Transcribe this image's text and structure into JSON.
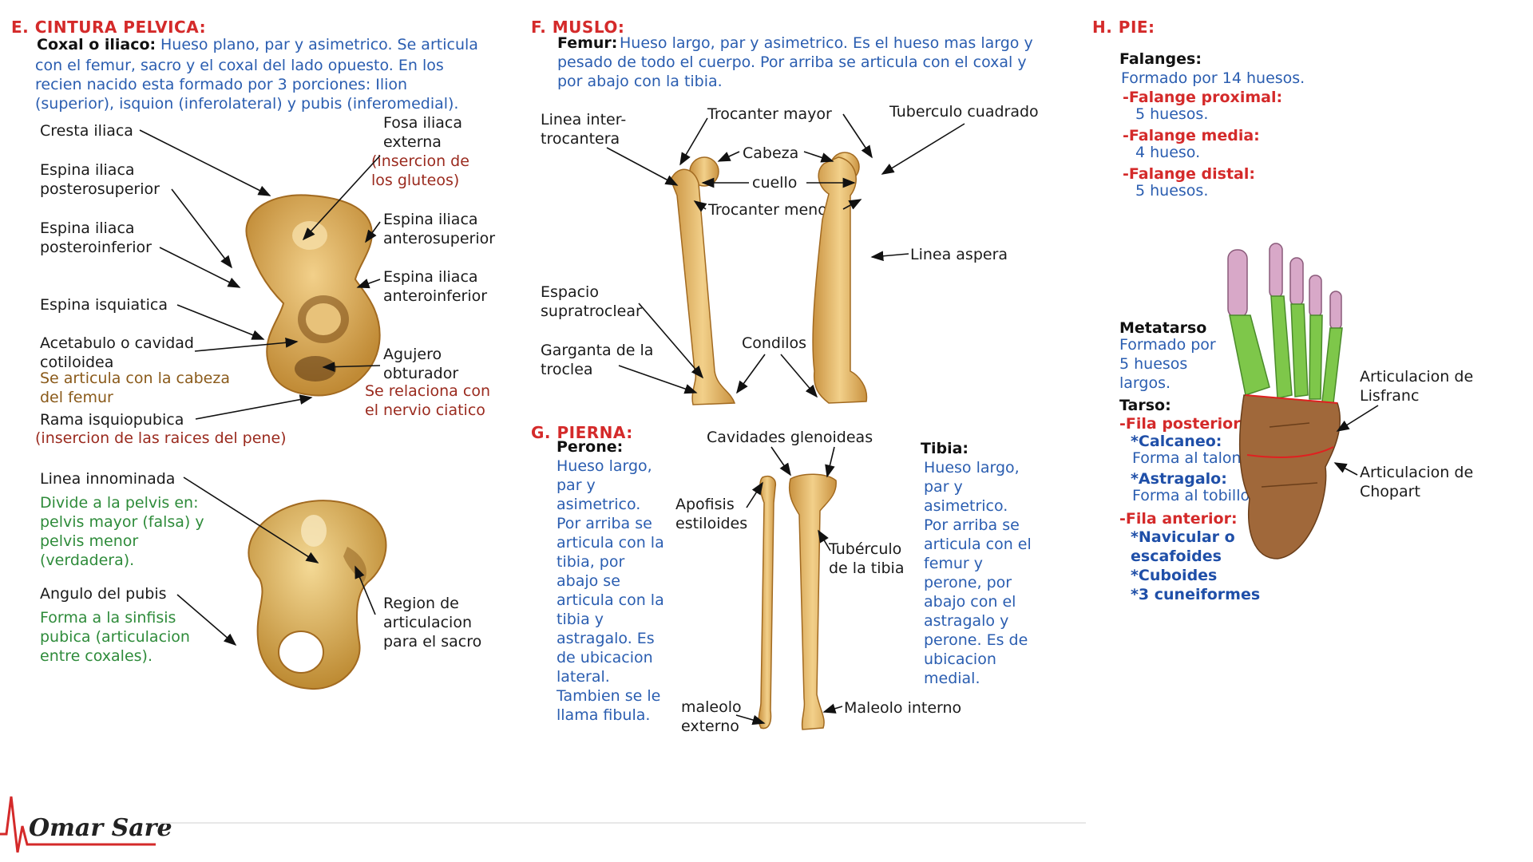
{
  "sections": {
    "e": {
      "title": "E. CINTURA PELVICA:",
      "coxal_label": "Coxal o iliaco:",
      "coxal_text_1": "Hueso plano, par y asimetrico. Se articula",
      "coxal_text_2": "con el femur, sacro y el coxal del lado opuesto. En los",
      "coxal_text_3": "recien nacido esta formado por 3 porciones: Ilion",
      "coxal_text_4": "(superior), isquion (inferolateral) y pubis (inferomedial).",
      "labels": {
        "cresta": "Cresta iliaca",
        "espina_ps_1": "Espina iliaca",
        "espina_ps_2": "posterosuperior",
        "espina_pi_1": "Espina iliaca",
        "espina_pi_2": "posteroinferior",
        "espina_isq": "Espina isquiatica",
        "acetabulo_1": "Acetabulo o cavidad",
        "acetabulo_2": "cotiloidea",
        "acetabulo_note_1": "Se articula con la cabeza",
        "acetabulo_note_2": "del femur",
        "rama": "Rama isquiopubica",
        "rama_note": "(insercion de las raices del pene)",
        "fosa_1": "Fosa iliaca",
        "fosa_2": "externa",
        "fosa_note_1": "(insercion de",
        "fosa_note_2": "los gluteos)",
        "espina_as_1": "Espina iliaca",
        "espina_as_2": "anterosuperior",
        "espina_ai_1": "Espina iliaca",
        "espina_ai_2": "anteroinferior",
        "agujero_1": "Agujero",
        "agujero_2": "obturador",
        "agujero_note_1": "Se relaciona con",
        "agujero_note_2": "el nervio ciatico",
        "linea_inn": "Linea innominada",
        "linea_inn_note_1": "Divide a la pelvis en:",
        "linea_inn_note_2": "pelvis mayor (falsa) y",
        "linea_inn_note_3": "pelvis menor",
        "linea_inn_note_4": "(verdadera).",
        "angulo": "Angulo del pubis",
        "angulo_note_1": "Forma a la sinfisis",
        "angulo_note_2": "pubica (articulacion",
        "angulo_note_3": "entre coxales).",
        "region_1": "Region de",
        "region_2": "articulacion",
        "region_3": "para el sacro"
      }
    },
    "f": {
      "title": "F. MUSLO:",
      "femur_label": "Femur:",
      "femur_text_1": "Hueso largo, par y asimetrico. Es el hueso mas largo y",
      "femur_text_2": "pesado de todo el cuerpo. Por arriba se articula con el coxal y",
      "femur_text_3": "por abajo con la tibia.",
      "labels": {
        "linea_inter_1": "Linea inter-",
        "linea_inter_2": "trocantera",
        "trocanter_mayor": "Trocanter mayor",
        "tuberculo_cuadrado": "Tuberculo cuadrado",
        "cabeza": "Cabeza",
        "cuello": "cuello",
        "trocanter_menor": "Trocanter menor",
        "linea_aspera": "Linea aspera",
        "espacio_1": "Espacio",
        "espacio_2": "supratroclear",
        "garganta_1": "Garganta de la",
        "garganta_2": "troclea",
        "condilos": "Condilos"
      }
    },
    "g": {
      "title": "G. PIERNA:",
      "perone_label": "Perone:",
      "perone_text": [
        "Hueso largo,",
        "par y",
        "asimetrico.",
        "Por arriba se",
        "articula con la",
        "tibia, por",
        "abajo se",
        "articula con la",
        "tibia y",
        "astragalo. Es",
        "de ubicacion",
        "lateral.",
        "Tambien se le",
        "llama fibula."
      ],
      "tibia_label": "Tibia:",
      "tibia_text": [
        "Hueso largo,",
        "par y",
        "asimetrico.",
        "Por arriba se",
        "articula con el",
        "femur y",
        "perone, por",
        "abajo con el",
        "astragalo y",
        "perone. Es de",
        "ubicacion",
        "medial."
      ],
      "labels": {
        "cavidades": "Cavidades glenoideas",
        "apofisis_1": "Apofisis",
        "apofisis_2": "estiloides",
        "tuberculo_1": "Tubérculo",
        "tuberculo_2": "de la tibia",
        "maleolo_ext_1": "maleolo",
        "maleolo_ext_2": "externo",
        "maleolo_int": "Maleolo interno"
      }
    },
    "h": {
      "title": "H. PIE:",
      "falanges_label": "Falanges:",
      "falanges_text": "Formado por 14 huesos.",
      "proximal": "-Falange proximal:",
      "proximal_text": "5 huesos.",
      "media": "-Falange media:",
      "media_text": "4 hueso.",
      "distal": "-Falange distal:",
      "distal_text": "5 huesos.",
      "metatarso_label": "Metatarso",
      "metatarso_text": [
        "Formado por",
        "5 huesos",
        "largos."
      ],
      "tarso_label": "Tarso:",
      "fila_post": "-Fila posterior:",
      "calcaneo": "*Calcaneo:",
      "calcaneo_text": "Forma al talon.",
      "astragalo": "*Astragalo:",
      "astragalo_text": "Forma al tobillo.",
      "fila_ant": "-Fila anterior:",
      "navicular_1": "*Navicular o",
      "navicular_2": "escafoides",
      "cuboides": "*Cuboides",
      "cuneiformes": "*3 cuneiformes",
      "lisfranc_1": "Articulacion de",
      "lisfranc_2": "Lisfranc",
      "chopart_1": "Articulacion de",
      "chopart_2": "Chopart"
    }
  },
  "signature": "Omar Sare",
  "colors": {
    "header_red": "#d42a2a",
    "text_blue": "#2a5db0",
    "note_brown": "#9a2a1e",
    "note_green": "#2e8b3a",
    "bone": "#e0b25a"
  },
  "icons": [
    "pelvis-bone-icon",
    "hip-bone-icon",
    "femur-icon",
    "tibia-fibula-icon",
    "foot-bones-icon",
    "heartbeat-icon"
  ]
}
